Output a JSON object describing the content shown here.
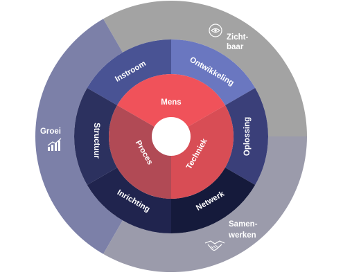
{
  "colors": {
    "outer_light": "#a3a3a3",
    "outer_purple": "#7c80a8",
    "outer_gray": "#9b9bab",
    "ring_instroom": "#495394",
    "ring_ontwikkeling": "#6a77c0",
    "ring_oplossing": "#3a3f79",
    "ring_netwerk": "#151a3b",
    "ring_inrichting": "#20244e",
    "ring_structuur": "#2c315f",
    "core_mens": "#f0525a",
    "core_techniek": "#d84d55",
    "core_proces": "#b14a55",
    "text": "#ffffff"
  },
  "outer": {
    "zichtbaar": {
      "line1": "Zicht-",
      "line2": "baar",
      "icon": "eye-icon"
    },
    "groei": {
      "label": "Groei",
      "icon": "growth-chart-icon"
    },
    "samenwerken": {
      "line1": "Samen-",
      "line2": "werken",
      "icon": "handshake-icon"
    }
  },
  "ring": {
    "instroom": "Instroom",
    "ontwikkeling": "Ontwikkeling",
    "oplossing": "Oplossing",
    "netwerk": "Netwerk",
    "inrichting": "Inrichting",
    "structuur": "Structuur"
  },
  "core": {
    "mens": "Mens",
    "techniek": "Techniek",
    "proces": "Proces"
  }
}
